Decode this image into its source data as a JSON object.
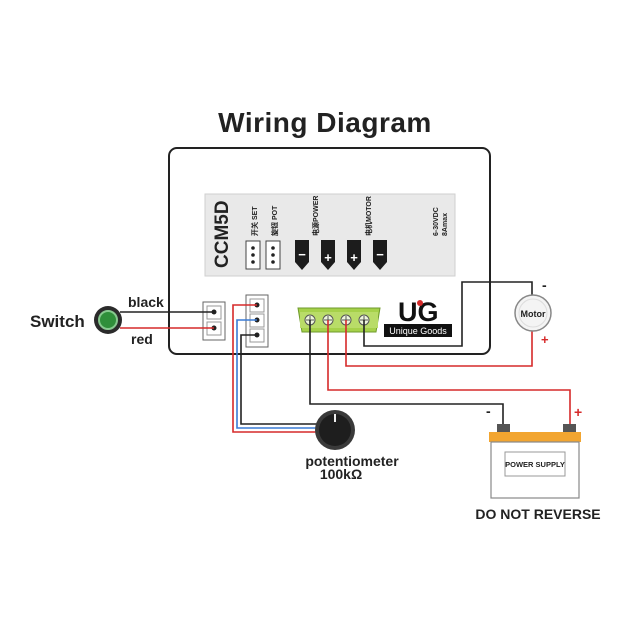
{
  "title": "Wiring Diagram",
  "controller": {
    "model": "CCM5D",
    "switch_header": "开关 SET",
    "pot_header": "旋钮 POT",
    "power_header": "电源POWER",
    "motor_header": "电机MOTOR",
    "rating_line1": "6-30VDC",
    "rating_line2": "8Amax",
    "minus_symbol": "−",
    "plus_symbol": "+"
  },
  "brand": {
    "logo_text": "UG",
    "name": "Unique Goods"
  },
  "switch": {
    "label": "Switch",
    "wire_top": "black",
    "wire_bottom": "red"
  },
  "motor": {
    "label": "Motor",
    "neg": "-",
    "pos": "+"
  },
  "potentiometer": {
    "label": "potentiometer",
    "value": "100kΩ"
  },
  "battery": {
    "label": "POWER SUPPLY",
    "neg": "-",
    "pos": "+",
    "warning": "DO NOT REVERSE"
  },
  "colors": {
    "wire_red": "#d62a2a",
    "wire_black": "#222222",
    "wire_blue": "#3a7bd5",
    "terminal_green": "#a6d14a",
    "battery_top": "#f2a530",
    "switch_green": "#2f8f3a"
  }
}
